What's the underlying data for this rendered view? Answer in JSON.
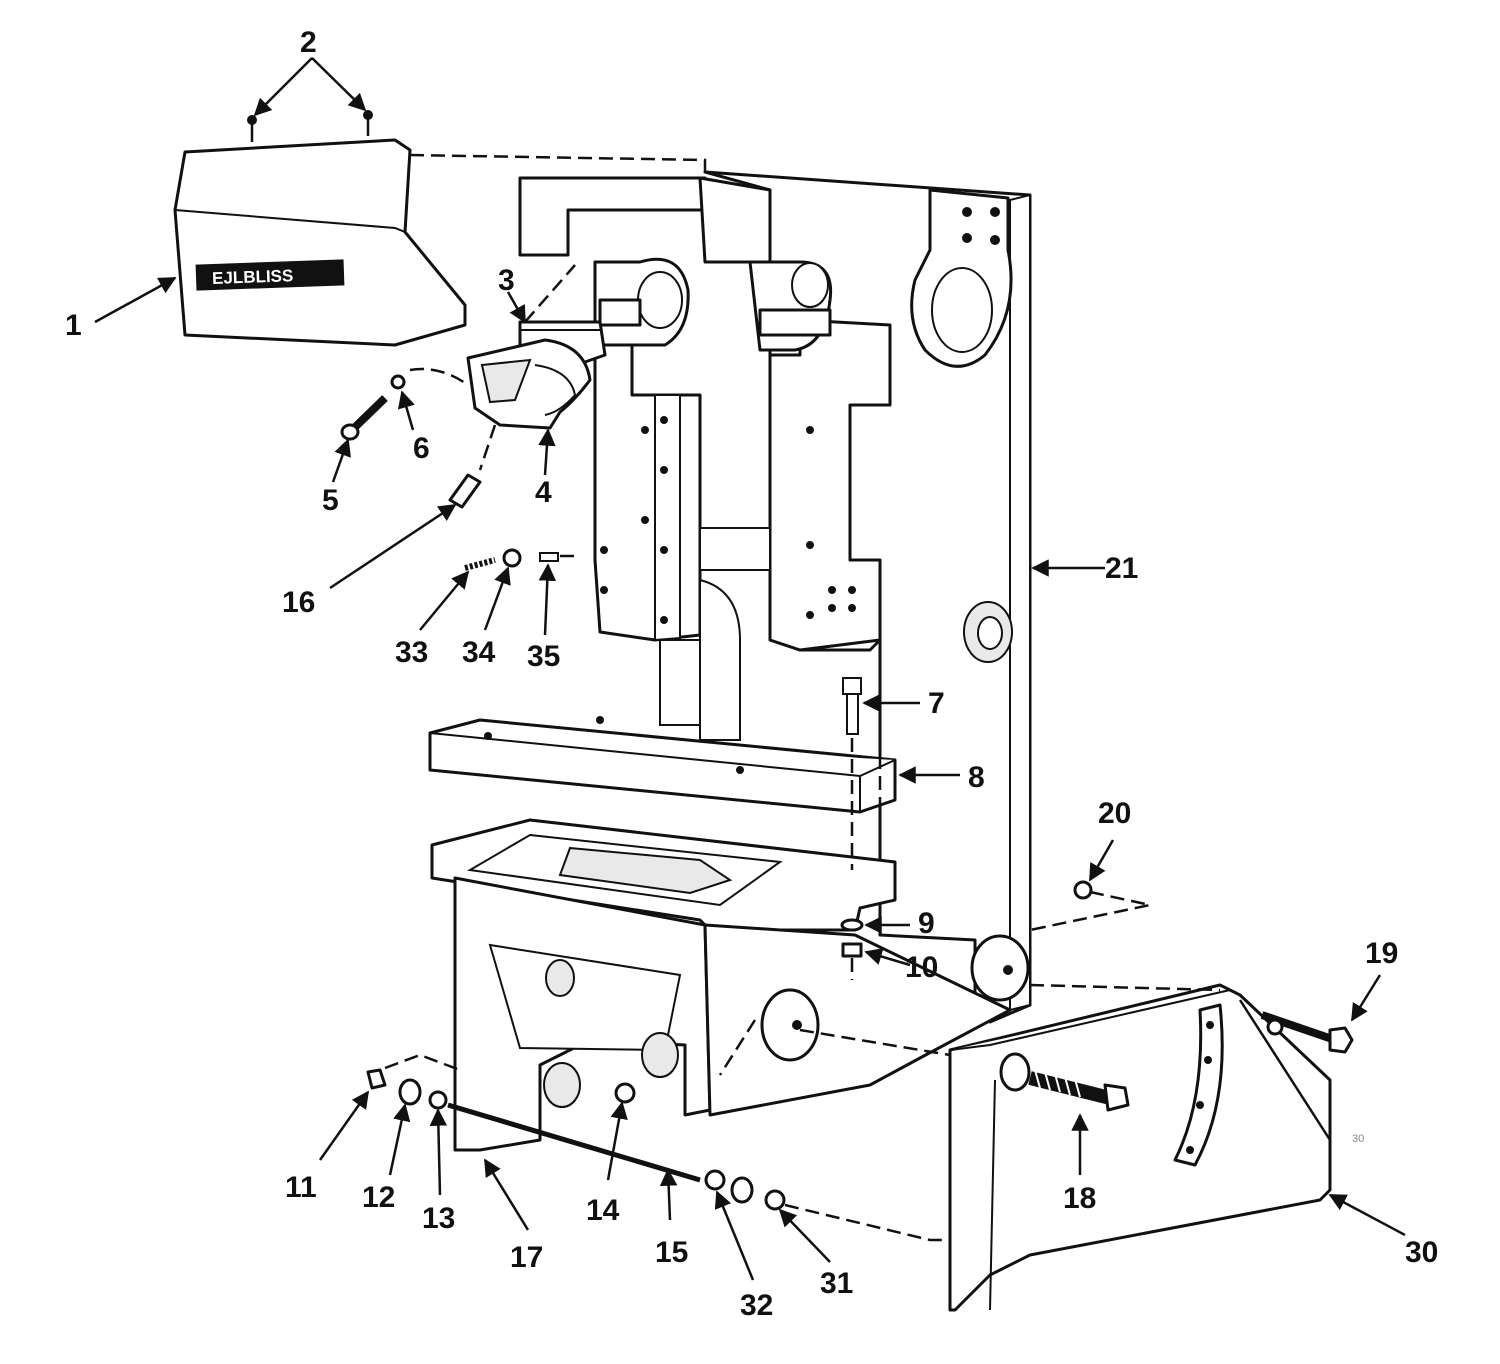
{
  "nameplate": "EJLBLISS",
  "callouts": {
    "c1": "1",
    "c2": "2",
    "c3": "3",
    "c4": "4",
    "c5": "5",
    "c6": "6",
    "c7": "7",
    "c8": "8",
    "c9": "9",
    "c10": "10",
    "c11": "11",
    "c12": "12",
    "c13": "13",
    "c14": "14",
    "c15": "15",
    "c16": "16",
    "c17": "17",
    "c18": "18",
    "c19": "19",
    "c20": "20",
    "c21": "21",
    "c30": "30",
    "c31": "31",
    "c32": "32",
    "c33": "33",
    "c34": "34",
    "c35": "35"
  },
  "page_number": "30",
  "colors": {
    "ink": "#111111",
    "paper": "#ffffff"
  }
}
